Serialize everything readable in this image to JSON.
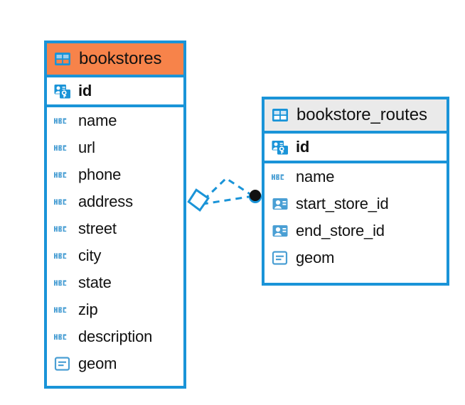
{
  "diagram": {
    "type": "entity-relationship-diagram",
    "background_color": "#ffffff",
    "accent_color": "#1a94d8",
    "highlight_color": "#f7834a",
    "header_gray": "#eaeaea"
  },
  "entities": [
    {
      "id": "bookstores",
      "title": "bookstores",
      "header_style": "accent-orange",
      "table_icon": "table-icon",
      "keys": [
        {
          "name": "id",
          "icon": "primary-key-icon",
          "type": "primary-key"
        }
      ],
      "fields": [
        {
          "name": "name",
          "icon": "abc-text-icon",
          "type": "text"
        },
        {
          "name": "url",
          "icon": "abc-text-icon",
          "type": "text"
        },
        {
          "name": "phone",
          "icon": "abc-text-icon",
          "type": "text"
        },
        {
          "name": "address",
          "icon": "abc-text-icon",
          "type": "text"
        },
        {
          "name": "street",
          "icon": "abc-text-icon",
          "type": "text"
        },
        {
          "name": "city",
          "icon": "abc-text-icon",
          "type": "text"
        },
        {
          "name": "state",
          "icon": "abc-text-icon",
          "type": "text"
        },
        {
          "name": "zip",
          "icon": "abc-text-icon",
          "type": "text"
        },
        {
          "name": "description",
          "icon": "abc-text-icon",
          "type": "text"
        },
        {
          "name": "geom",
          "icon": "geometry-icon",
          "type": "geometry"
        }
      ]
    },
    {
      "id": "bookstore_routes",
      "title": "bookstore_routes",
      "header_style": "accent-gray",
      "table_icon": "table-icon",
      "keys": [
        {
          "name": "id",
          "icon": "primary-key-icon",
          "type": "primary-key"
        }
      ],
      "fields": [
        {
          "name": "name",
          "icon": "abc-text-icon",
          "type": "text"
        },
        {
          "name": "start_store_id",
          "icon": "foreign-key-icon",
          "type": "foreign-key"
        },
        {
          "name": "end_store_id",
          "icon": "foreign-key-icon",
          "type": "foreign-key"
        },
        {
          "name": "geom",
          "icon": "geometry-icon",
          "type": "geometry"
        }
      ]
    }
  ],
  "relationship": {
    "from_entity": "bookstores",
    "to_entity": "bookstore_routes",
    "line_style": "dashed",
    "line_color": "#1a94d8",
    "source_marker": "open-diamond-marker",
    "target_marker": "filled-circle-marker",
    "branches": 2
  }
}
